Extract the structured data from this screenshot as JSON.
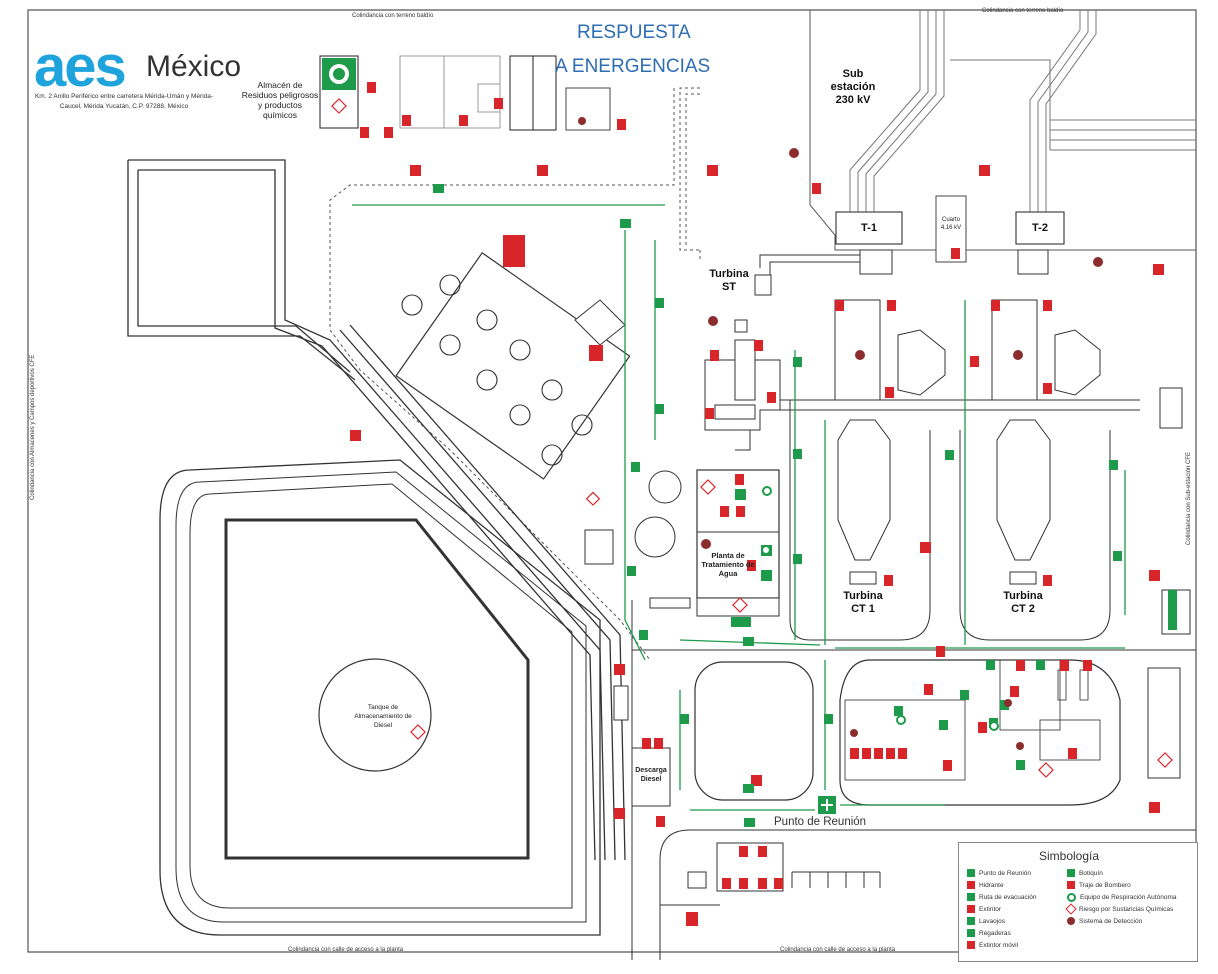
{
  "header": {
    "brand": {
      "logo_text": "aes",
      "country": "México"
    },
    "address": "Km. 2 Anillo Periférico entre carretera Mérida-Umán y Mérida-Caucel, Mérida Yucatán, C.P. 97288, México",
    "title_line1": "RESPUESTA",
    "title_line2": "A ENERGENCIAS"
  },
  "boundaries": {
    "top_left": "Colindancia con terreno baldío",
    "top_right": "Colindancia con terreno baldío",
    "bottom_left": "Colindancia con calle de acceso a la planta",
    "bottom_right": "Colindancia con calle de acceso a la planta",
    "left": "Colindancia con Almacenes y Campos deportivos CFE",
    "right": "Colindancia con Sub-estación CFE"
  },
  "areas": {
    "waste_store": "Almacén de Residuos peligrosos y productos químicos",
    "substation": "Sub estación 230 kV",
    "t1": "T-1",
    "t2": "T-2",
    "room": "Cuarto 4.16 kV",
    "turbine_st": "Turbina ST",
    "turbine_ct1": "Turbina CT 1",
    "turbine_ct2": "Turbina CT 2",
    "water_plant": "Planta de Tratamiento de Agua",
    "diesel_tank": "Tanque de Almacenamiento de Diesel",
    "diesel_unload": "Descarga Diesel",
    "meeting_point": "Punto de Reunión"
  },
  "legend": {
    "title": "Simbología",
    "items": [
      {
        "label": "Punto de Reunión",
        "kind": "green"
      },
      {
        "label": "Hidrante",
        "kind": "red"
      },
      {
        "label": "Ruta de evacuación",
        "kind": "green"
      },
      {
        "label": "Extintor",
        "kind": "red"
      },
      {
        "label": "Lavaojos",
        "kind": "green"
      },
      {
        "label": "Regaderas",
        "kind": "green"
      },
      {
        "label": "Extintor móvil",
        "kind": "red"
      },
      {
        "label": "Botiquín",
        "kind": "green"
      },
      {
        "label": "Traje de Bombero",
        "kind": "red"
      },
      {
        "label": "Equipo de Respiración Autónoma",
        "kind": "ring"
      },
      {
        "label": "Riesgo por Sustancias Químicas",
        "kind": "diamond"
      },
      {
        "label": "Sistema de Detección",
        "kind": "detect"
      }
    ]
  },
  "colors": {
    "green": "#1e9b4a",
    "red": "#d8252a",
    "blue": "#2f6db3",
    "line": "#444444"
  }
}
